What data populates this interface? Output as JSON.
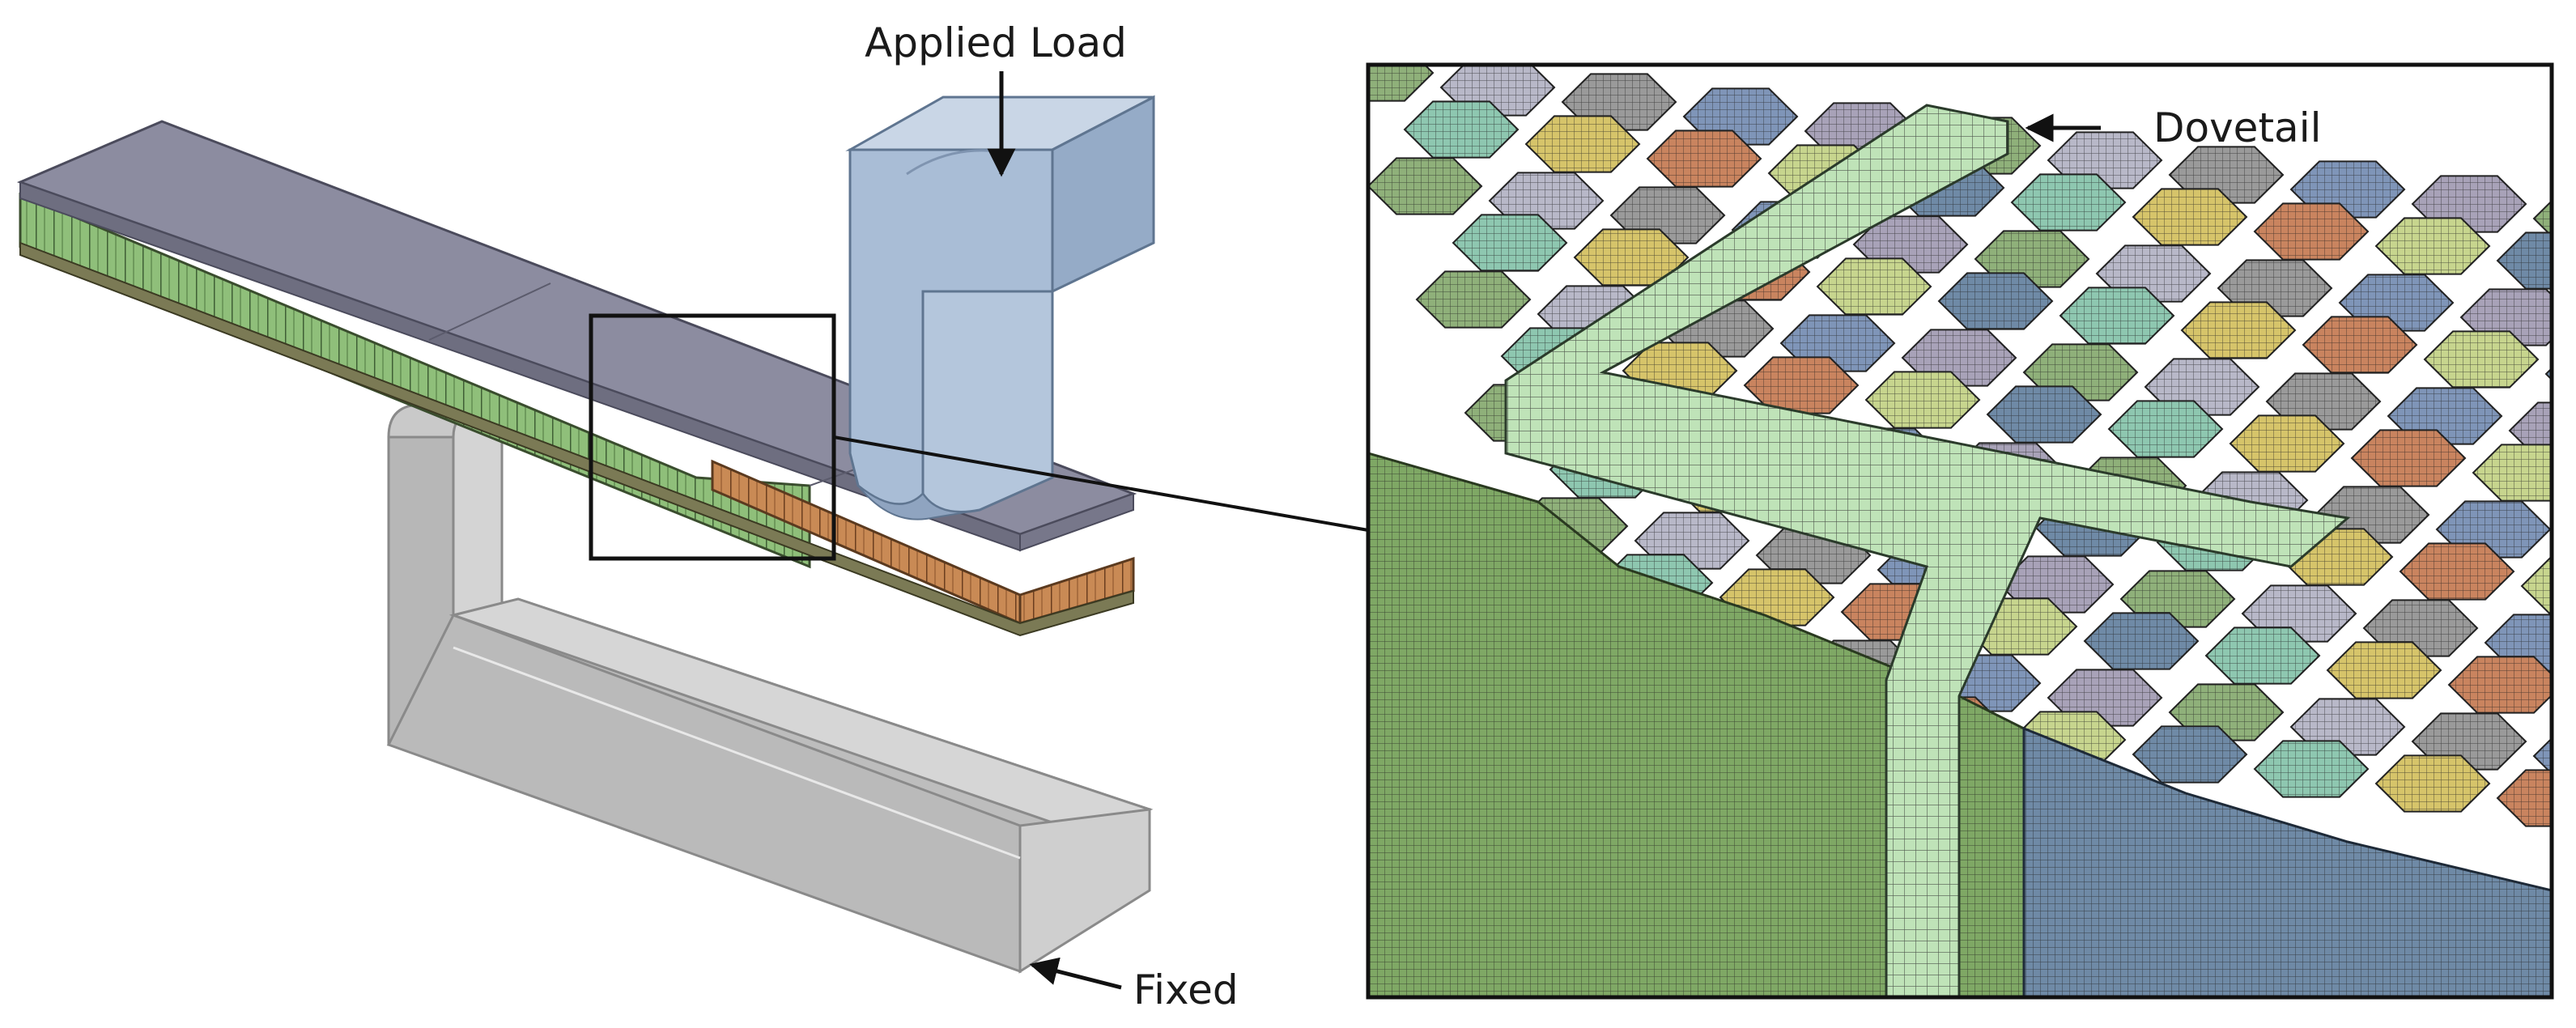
{
  "figure": {
    "labels": {
      "applied_load": "Applied Load",
      "dovetail": "Dovetail",
      "fixed": "Fixed"
    },
    "colors": {
      "face_sheet": "#8a8a9c",
      "loading_pin": "#a9bdd6",
      "support_fixture": "#bdbdbd",
      "core_green": "#8fbf7a",
      "core_orange": "#c98a55",
      "dovetail_fill": "#bfe3b8",
      "mesh_line": "#2b2b2b"
    },
    "cell_palette": [
      "#8fb07a",
      "#c9845f",
      "#a8a2b8",
      "#d6c46a",
      "#7f95b8",
      "#8ec7b0",
      "#9a9a9a",
      "#6f8aa6",
      "#b8b8c8",
      "#c7d58e"
    ]
  }
}
